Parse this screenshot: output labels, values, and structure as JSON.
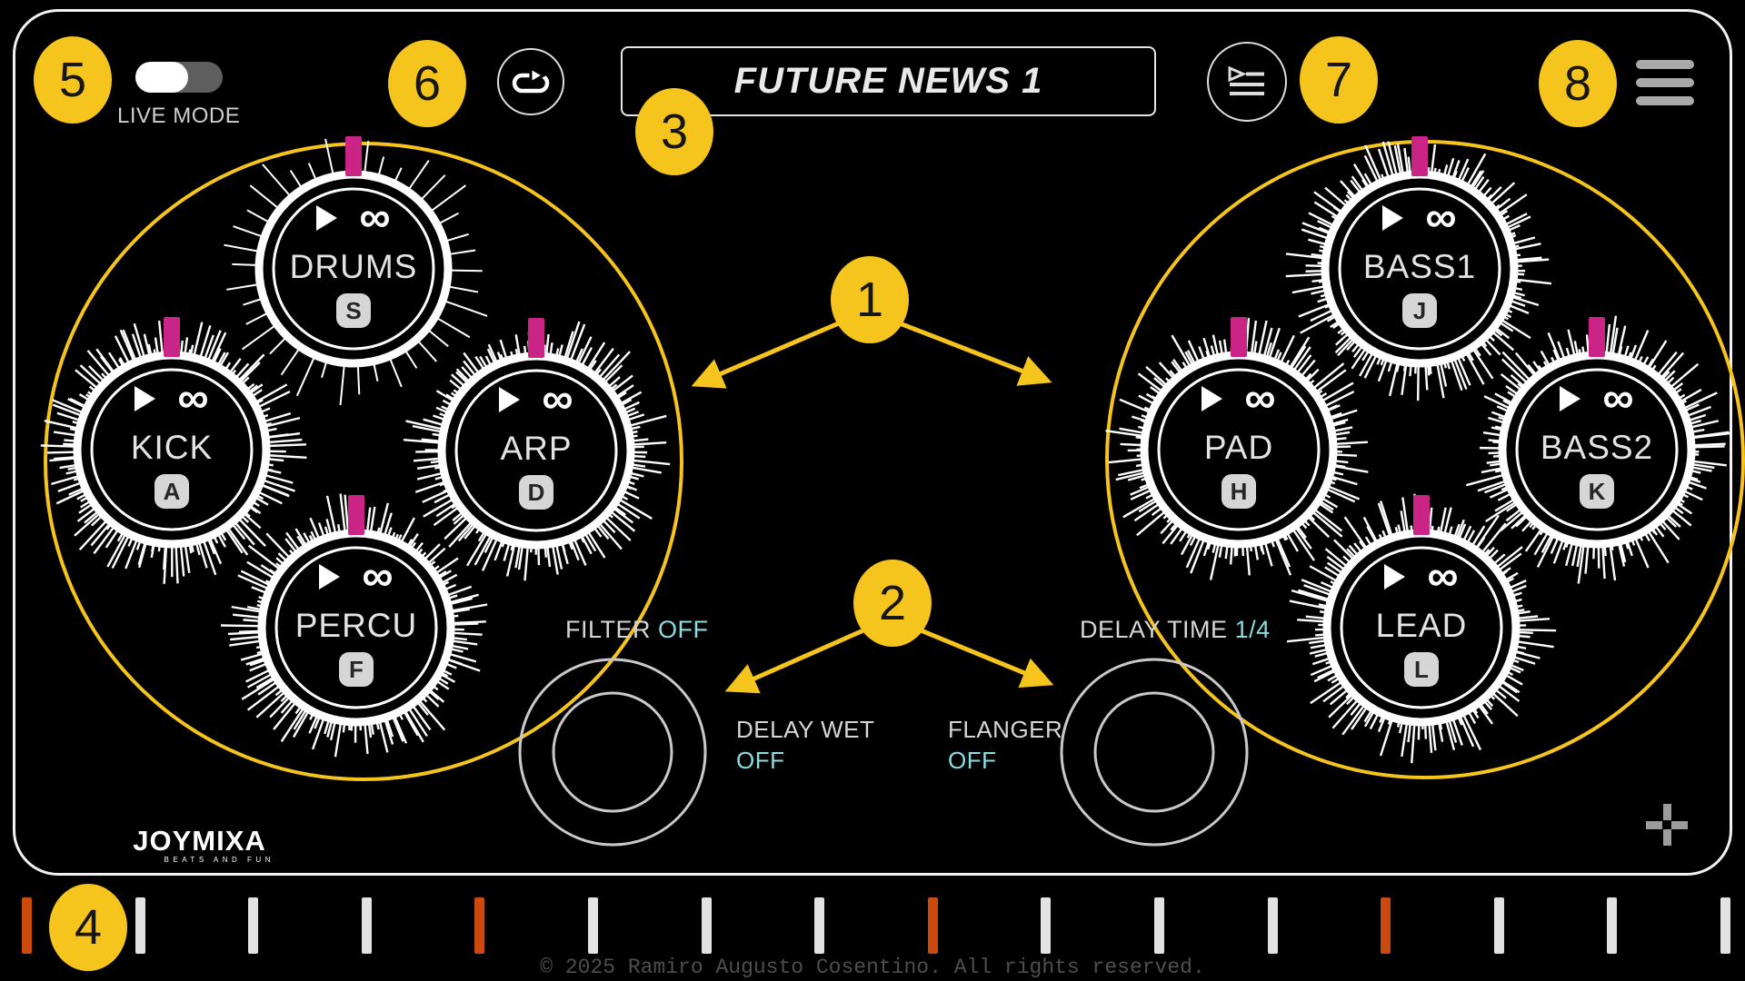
{
  "header": {
    "live_mode_label": "LIVE MODE",
    "song_title": "FUTURE NEWS 1"
  },
  "decks": {
    "left": {
      "knobs": [
        {
          "name": "DRUMS",
          "key": "S",
          "spikes": "sparse"
        },
        {
          "name": "KICK",
          "key": "A",
          "spikes": "dense"
        },
        {
          "name": "ARP",
          "key": "D",
          "spikes": "dense"
        },
        {
          "name": "PERCU",
          "key": "F",
          "spikes": "dense"
        }
      ]
    },
    "right": {
      "knobs": [
        {
          "name": "BASS1",
          "key": "J",
          "spikes": "dense"
        },
        {
          "name": "PAD",
          "key": "H",
          "spikes": "dense"
        },
        {
          "name": "BASS2",
          "key": "K",
          "spikes": "dense"
        },
        {
          "name": "LEAD",
          "key": "L",
          "spikes": "dense"
        }
      ]
    }
  },
  "effects": {
    "filter": {
      "label": "FILTER",
      "value": "OFF"
    },
    "delay_wet": {
      "label": "DELAY WET",
      "value": "OFF"
    },
    "flanger": {
      "label": "FLANGER",
      "value": "OFF"
    },
    "delay_time": {
      "label": "DELAY TIME",
      "value": "1/4"
    }
  },
  "annotations": {
    "n1": "1",
    "n2": "2",
    "n3": "3",
    "n4": "4",
    "n5": "5",
    "n6": "6",
    "n7": "7",
    "n8": "8"
  },
  "timeline": {
    "tick_count": 16,
    "accent_every": 4
  },
  "footer": {
    "logo": "JOYMIXA",
    "tagline": "BEATS AND FUN",
    "copyright": "© 2025 Ramiro Augusto Cosentino. All rights reserved."
  },
  "colors": {
    "accent_yellow": "#f5c41d",
    "marker_pink": "#cb2487",
    "value_cyan": "#8adde0",
    "tick_orange": "#cc4a10",
    "tick_white": "#e2e2e2"
  }
}
